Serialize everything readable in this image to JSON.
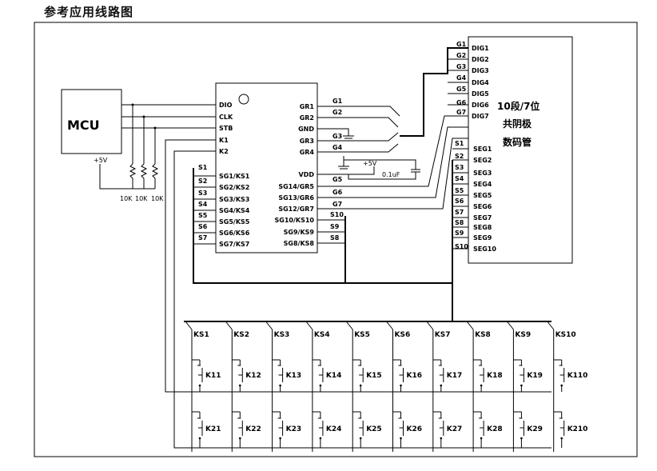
{
  "title": "参考应用线路图",
  "mcu": {
    "label": "MCU"
  },
  "power": {
    "plus5v": "+5V"
  },
  "resistors": [
    "10K",
    "10K",
    "10K"
  ],
  "cap": "0.1uF",
  "ic": {
    "left_pins": [
      "DIO",
      "CLK",
      "STB",
      "K1",
      "K2",
      "SG1/KS1",
      "SG2/KS2",
      "SG3/KS3",
      "SG4/KS4",
      "SG5/KS5",
      "SG6/KS6",
      "SG7/KS7"
    ],
    "right_pins": [
      "GR1",
      "GR2",
      "GND",
      "GR3",
      "GR4",
      "VDD",
      "SG14/GR5",
      "SG13/GR6",
      "SG12/GR7",
      "SG10/KS10",
      "SG9/KS9",
      "SG8/KS8"
    ]
  },
  "display": {
    "title": "10段/7位",
    "line2": "共阴极",
    "line3": "数码管",
    "digits": [
      "DIG1",
      "DIG2",
      "DIG3",
      "DIG4",
      "DIG5",
      "DIG6",
      "DIG7"
    ],
    "segments": [
      "SEG1",
      "SEG2",
      "SEG3",
      "SEG4",
      "SEG5",
      "SEG6",
      "SEG7",
      "SEG8",
      "SEG9",
      "SEG10"
    ]
  },
  "net_labels": {
    "S": [
      "S1",
      "S2",
      "S3",
      "S4",
      "S5",
      "S6",
      "S7",
      "S8",
      "S9",
      "S10"
    ],
    "G": [
      "G1",
      "G2",
      "G3",
      "G4",
      "G5",
      "G6",
      "G7"
    ]
  },
  "keys": {
    "columns": [
      "KS1",
      "KS2",
      "KS3",
      "KS4",
      "KS5",
      "KS6",
      "KS7",
      "KS8",
      "KS9",
      "KS10"
    ],
    "row1": [
      "K11",
      "K12",
      "K13",
      "K14",
      "K15",
      "K16",
      "K17",
      "K18",
      "K19",
      "K110"
    ],
    "row2": [
      "K21",
      "K22",
      "K23",
      "K24",
      "K25",
      "K26",
      "K27",
      "K28",
      "K29",
      "K210"
    ]
  }
}
